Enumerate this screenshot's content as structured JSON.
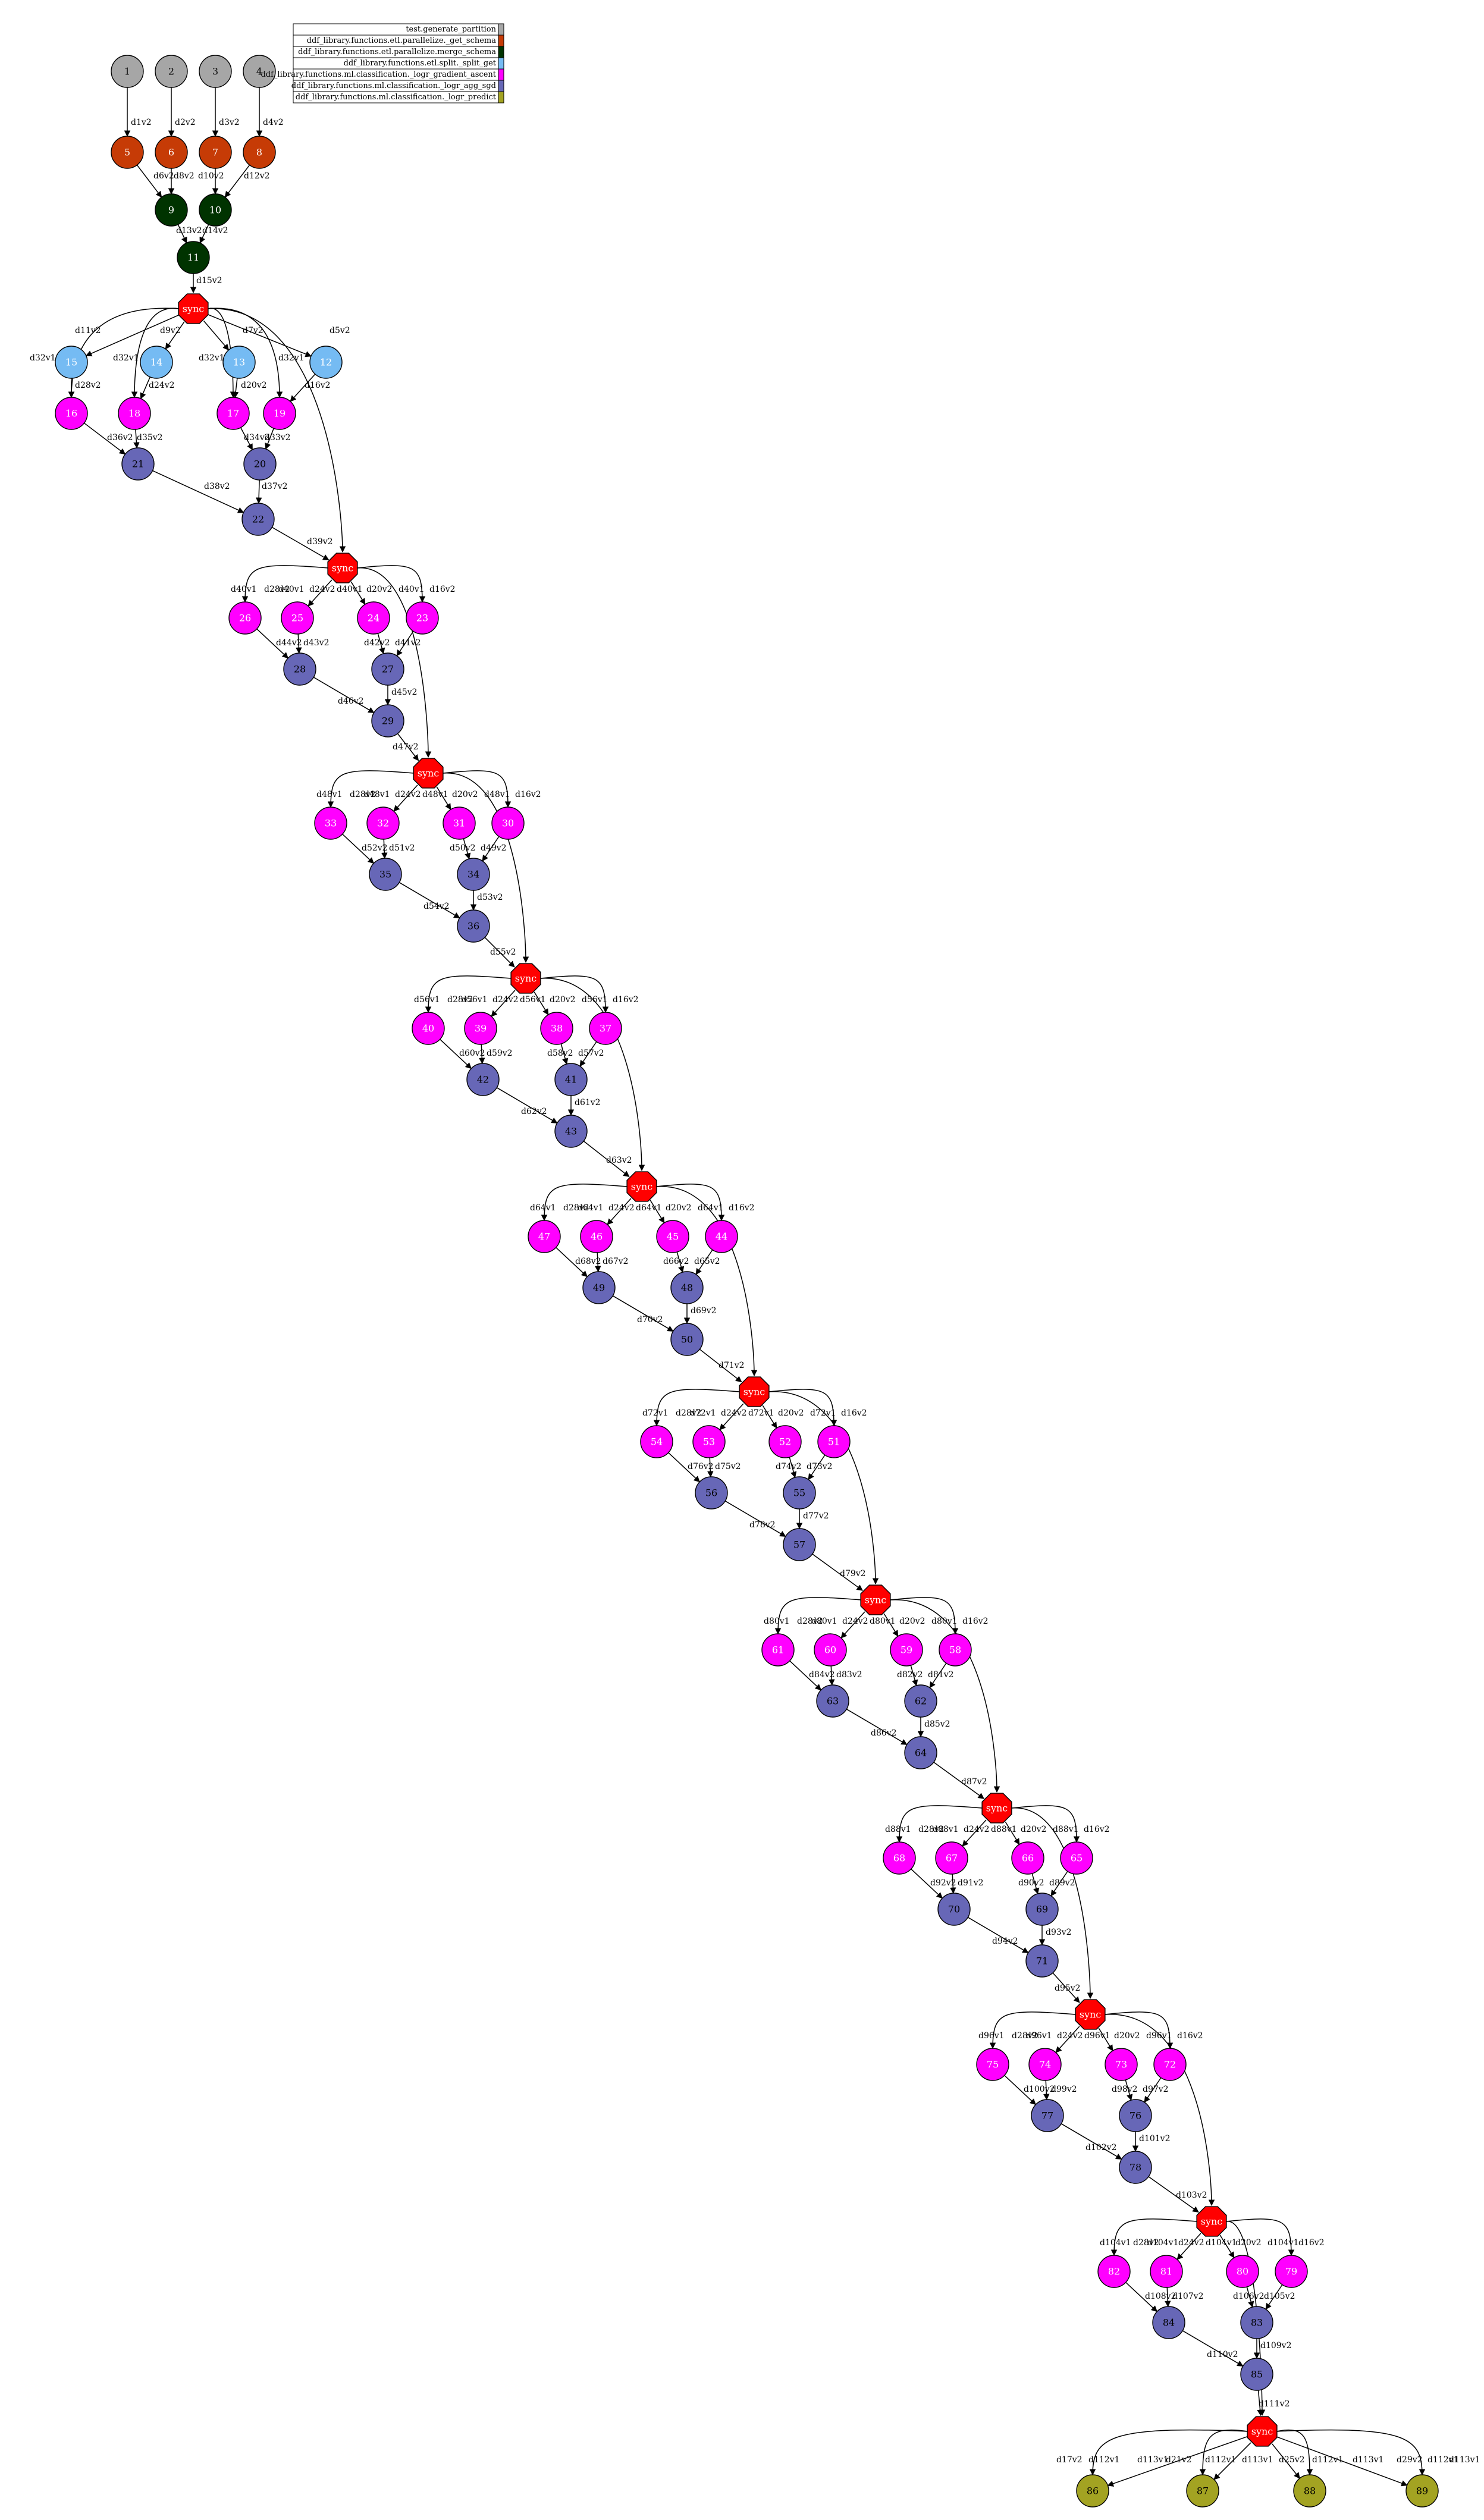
{
  "legend": [
    {
      "label": "test.generate_partition",
      "color": "#a6a6a6"
    },
    {
      "label": "ddf_library.functions.etl.parallelize._get_schema",
      "color": "#c63b06"
    },
    {
      "label": "ddf_library.functions.etl.parallelize.merge_schema",
      "color": "#003300"
    },
    {
      "label": "ddf_library.functions.etl.split._split_get",
      "color": "#75bbf3"
    },
    {
      "label": "ddf_library.functions.ml.classification._logr_gradient_ascent",
      "color": "#ff00ff"
    },
    {
      "label": "ddf_library.functions.ml.classification._logr_agg_sgd",
      "color": "#6767b7"
    },
    {
      "label": "ddf_library.functions.ml.classification._logr_predict",
      "color": "#a3a322"
    }
  ],
  "sync_label": "sync",
  "colors": {
    "gray": "#a6a6a6",
    "orange": "#c63b06",
    "dark": "#003300",
    "blue": "#75bbf3",
    "magenta": "#ff00ff",
    "purple": "#6767b7",
    "olive": "#a3a322",
    "sync": "#ff0000"
  },
  "top": {
    "gray": [
      "1",
      "2",
      "3",
      "4"
    ],
    "orange": [
      "5",
      "6",
      "7",
      "8"
    ],
    "dark": [
      "9",
      "10",
      "11"
    ],
    "blue": [
      "15",
      "14",
      "13",
      "12"
    ],
    "first_magenta": [
      "16",
      "18",
      "17",
      "19"
    ],
    "first_purple": [
      "21",
      "20",
      "22"
    ],
    "edges": [
      "d1v2",
      "d2v2",
      "d3v2",
      "d4v2",
      "d6v2",
      "d8v2",
      "d10v2",
      "d12v2",
      "d13v2",
      "d14v2",
      "d15v2",
      "d11v2",
      "d9v2",
      "d7v2",
      "d5v2",
      "d32v1",
      "d32v1",
      "d32v1",
      "d32v1",
      "d28v2",
      "d24v2",
      "d20v2",
      "d16v2",
      "d36v2",
      "d35v2",
      "d34v2",
      "d33v2",
      "d38v2",
      "d37v2",
      "d39v2"
    ]
  },
  "iterations": [
    {
      "m": [
        "26",
        "25",
        "24",
        "23"
      ],
      "p": [
        "28",
        "27",
        "29"
      ],
      "e": [
        "d40v1",
        "d28v2",
        "d40v1",
        "d24v2",
        "d40v1",
        "d20v2",
        "d40v1",
        "d16v2",
        "d44v2",
        "d43v2",
        "d42v2",
        "d41v2",
        "d46v2",
        "d45v2",
        "d47v2"
      ]
    },
    {
      "m": [
        "33",
        "32",
        "31",
        "30"
      ],
      "p": [
        "35",
        "34",
        "36"
      ],
      "e": [
        "d48v1",
        "d28v2",
        "d48v1",
        "d24v2",
        "d48v1",
        "d20v2",
        "d48v1",
        "d16v2",
        "d52v2",
        "d51v2",
        "d50v2",
        "d49v2",
        "d54v2",
        "d53v2",
        "d55v2"
      ]
    },
    {
      "m": [
        "40",
        "39",
        "38",
        "37"
      ],
      "p": [
        "42",
        "41",
        "43"
      ],
      "e": [
        "d56v1",
        "d28v2",
        "d56v1",
        "d24v2",
        "d56v1",
        "d20v2",
        "d56v1",
        "d16v2",
        "d60v2",
        "d59v2",
        "d58v2",
        "d57v2",
        "d62v2",
        "d61v2",
        "d63v2"
      ]
    },
    {
      "m": [
        "47",
        "46",
        "45",
        "44"
      ],
      "p": [
        "49",
        "48",
        "50"
      ],
      "e": [
        "d64v1",
        "d28v2",
        "d64v1",
        "d24v2",
        "d64v1",
        "d20v2",
        "d64v1",
        "d16v2",
        "d68v2",
        "d67v2",
        "d66v2",
        "d65v2",
        "d70v2",
        "d69v2",
        "d71v2"
      ]
    },
    {
      "m": [
        "54",
        "53",
        "52",
        "51"
      ],
      "p": [
        "56",
        "55",
        "57"
      ],
      "e": [
        "d72v1",
        "d28v2",
        "d72v1",
        "d24v2",
        "d72v1",
        "d20v2",
        "d72v1",
        "d16v2",
        "d76v2",
        "d75v2",
        "d74v2",
        "d73v2",
        "d78v2",
        "d77v2",
        "d79v2"
      ]
    },
    {
      "m": [
        "61",
        "60",
        "59",
        "58"
      ],
      "p": [
        "63",
        "62",
        "64"
      ],
      "e": [
        "d80v1",
        "d28v2",
        "d80v1",
        "d24v2",
        "d80v1",
        "d20v2",
        "d80v1",
        "d16v2",
        "d84v2",
        "d83v2",
        "d82v2",
        "d81v2",
        "d86v2",
        "d85v2",
        "d87v2"
      ]
    },
    {
      "m": [
        "68",
        "67",
        "66",
        "65"
      ],
      "p": [
        "70",
        "69",
        "71"
      ],
      "e": [
        "d88v1",
        "d28v2",
        "d88v1",
        "d24v2",
        "d88v1",
        "d20v2",
        "d88v1",
        "d16v2",
        "d92v2",
        "d91v2",
        "d90v2",
        "d89v2",
        "d94v2",
        "d93v2",
        "d95v2"
      ]
    },
    {
      "m": [
        "75",
        "74",
        "73",
        "72"
      ],
      "p": [
        "77",
        "76",
        "78"
      ],
      "e": [
        "d96v1",
        "d28v2",
        "d96v1",
        "d24v2",
        "d96v1",
        "d20v2",
        "d96v1",
        "d16v2",
        "d100v2",
        "d99v2",
        "d98v2",
        "d97v2",
        "d102v2",
        "d101v2",
        "d103v2"
      ]
    },
    {
      "m": [
        "82",
        "81",
        "80",
        "79"
      ],
      "p": [
        "84",
        "83",
        "85"
      ],
      "e": [
        "d104v1",
        "d28v2",
        "d104v1",
        "d24v2",
        "d104v1",
        "d20v2",
        "d104v1",
        "d16v2",
        "d108v2",
        "d107v2",
        "d106v2",
        "d105v2",
        "d110v2",
        "d109v2",
        "d111v2"
      ]
    }
  ],
  "final": {
    "nodes": [
      "86",
      "87",
      "88",
      "89"
    ],
    "edges": [
      "d17v2",
      "d112v1",
      "d113v1",
      "d21v2",
      "d112v1",
      "d113v1",
      "d25v2",
      "d112v1",
      "d113v1",
      "d29v2",
      "d112v1",
      "d113v1"
    ]
  }
}
